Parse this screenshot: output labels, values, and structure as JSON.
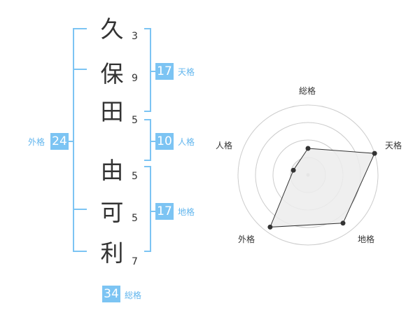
{
  "name": {
    "characters": [
      {
        "char": "久",
        "strokes": "3"
      },
      {
        "char": "保",
        "strokes": "9"
      },
      {
        "char": "田",
        "strokes": "5"
      },
      {
        "char": "由",
        "strokes": "5"
      },
      {
        "char": "可",
        "strokes": "5"
      },
      {
        "char": "利",
        "strokes": "7"
      }
    ]
  },
  "fortunes": {
    "tenkaku": {
      "value": "17",
      "label": "天格"
    },
    "jinkaku": {
      "value": "10",
      "label": "人格"
    },
    "chikaku": {
      "value": "17",
      "label": "地格"
    },
    "gaikaku": {
      "value": "24",
      "label": "外格"
    },
    "soukaku": {
      "value": "34",
      "label": "総格"
    }
  },
  "radar": {
    "axes": [
      {
        "label": "総格",
        "value": 0.38
      },
      {
        "label": "天格",
        "value": 1.0
      },
      {
        "label": "地格",
        "value": 0.85
      },
      {
        "label": "外格",
        "value": 0.92
      },
      {
        "label": "人格",
        "value": 0.22
      }
    ],
    "max": 1.0,
    "rings": 4
  },
  "colors": {
    "accent": "#7cc4f3",
    "accent_text": "#62b6ee",
    "text": "#333333",
    "grid": "#cccccc",
    "fill": "#ececec"
  }
}
